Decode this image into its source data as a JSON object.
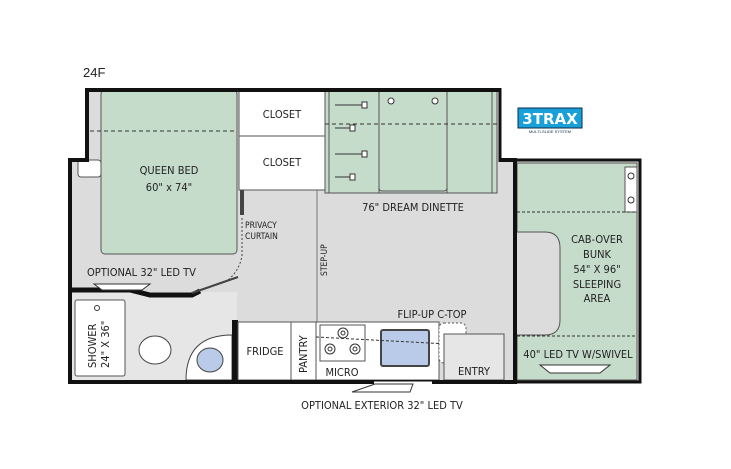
{
  "model": "24F",
  "logo": "3TRAX",
  "logo_subtext": "MULTI-SLIDE SYSTEM",
  "colors": {
    "bed_green": "#c6dccb",
    "floor_gray": "#dcdcdc",
    "wall": "#111111",
    "sink_blue": "#b9cbe8",
    "logo_blue": "#1aa0d8"
  },
  "rooms": {
    "queen_bed": {
      "title": "QUEEN BED",
      "size": "60\" x 74\""
    },
    "closet_1": "CLOSET",
    "closet_2": "CLOSET",
    "dinette": "76\" DREAM DINETTE",
    "privacy_curtain": [
      "PRIVACY",
      "CURTAIN"
    ],
    "step_up": "STEP-UP",
    "optional_tv": "OPTIONAL 32\" LED TV",
    "shower": [
      "SHOWER",
      "24\" X 36\""
    ],
    "fridge": "FRIDGE",
    "pantry": "PANTRY",
    "micro": "MICRO",
    "flip_up": "FLIP-UP C-TOP",
    "entry": "ENTRY",
    "cab_over": [
      "CAB-OVER",
      "BUNK",
      "54\" X 96\"",
      "SLEEPING",
      "AREA"
    ],
    "cab_tv": "40\" LED TV W/SWIVEL",
    "exterior_tv": "OPTIONAL EXTERIOR 32\" LED TV"
  }
}
